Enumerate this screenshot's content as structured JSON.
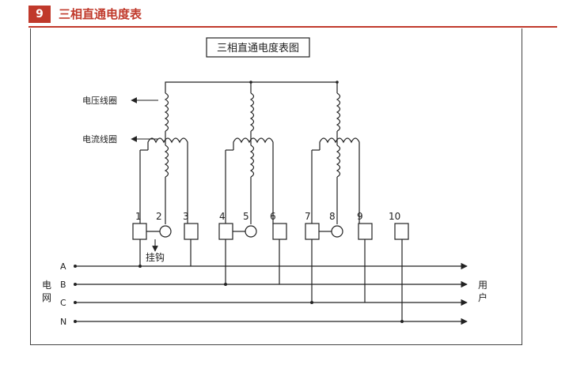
{
  "header": {
    "number": "9",
    "title": "三相直通电度表",
    "accent_color": "#c0392b"
  },
  "diagram": {
    "title": "三相直通电度表图",
    "voltage_coil_label": "电压线圈",
    "current_coil_label": "电流线圈",
    "hook_label": "挂钩",
    "grid_label": "电网",
    "user_label": "用户",
    "terminals": [
      "1",
      "2",
      "3",
      "4",
      "5",
      "6",
      "7",
      "8",
      "9",
      "10"
    ],
    "lines": [
      "A",
      "B",
      "C",
      "N"
    ]
  }
}
